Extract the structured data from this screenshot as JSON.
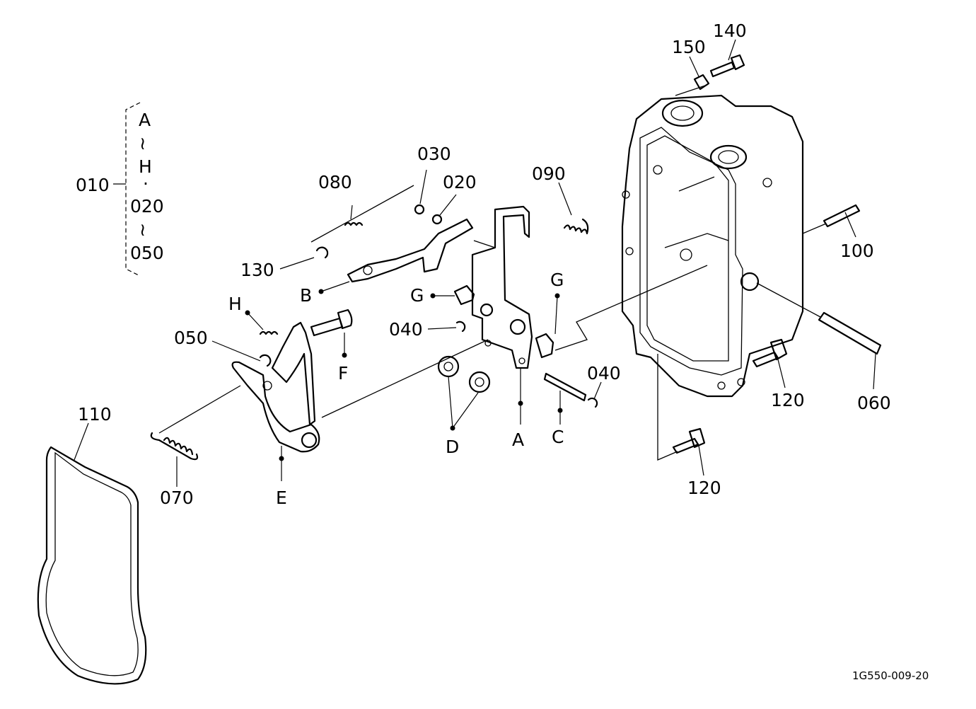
{
  "diagram_id": "1G550-009-20",
  "group_label": {
    "code": "010",
    "lines": [
      "A",
      "≀",
      "H",
      "·",
      "020",
      "≀",
      "050"
    ]
  },
  "callouts": {
    "p140": "140",
    "p150": "150",
    "p030": "030",
    "p020": "020",
    "p080": "080",
    "p090": "090",
    "p130": "130",
    "p100": "100",
    "p040a": "040",
    "p040b": "040",
    "p050": "050",
    "p110": "110",
    "p070": "070",
    "p120a": "120",
    "p120b": "120",
    "p060": "060"
  },
  "letters": {
    "B": "B",
    "G1": "G",
    "G2": "G",
    "H": "H",
    "F": "F",
    "E": "E",
    "D": "D",
    "A": "A",
    "C": "C"
  }
}
